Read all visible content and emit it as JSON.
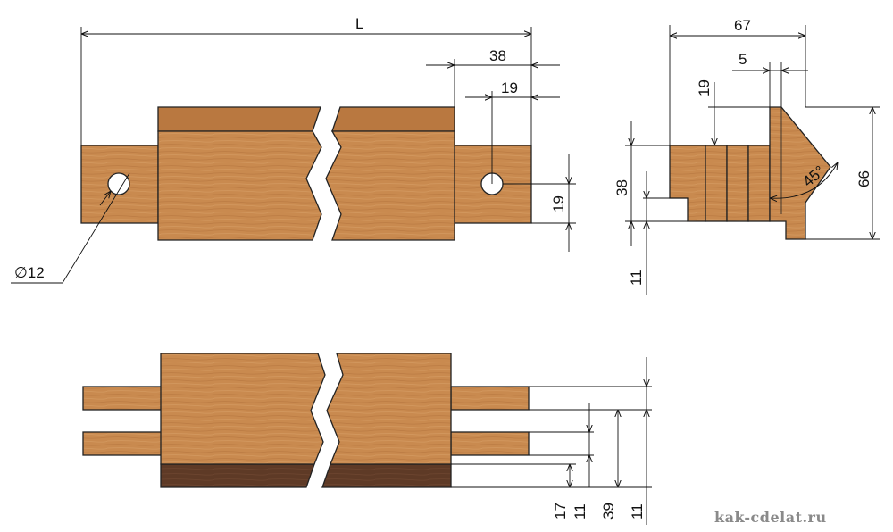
{
  "dimensions": {
    "overall_length": "L",
    "tenon_length": "38",
    "hole_center": "19",
    "hole_height": "19",
    "hole_diameter": "∅12",
    "side_width": "67",
    "side_lip": "5",
    "side_top": "19",
    "side_height": "66",
    "side_left_height": "38",
    "side_bottom": "11",
    "angle": "45°",
    "bottom_17": "17",
    "bottom_11a": "11",
    "bottom_39": "39",
    "bottom_11b": "11"
  },
  "colors": {
    "wood": "#c98a4f",
    "wood_light": "#d29459",
    "wood_dark_top": "#b97840",
    "wood_darker": "#5e3a26",
    "outline": "#222222"
  },
  "watermark": "kak-cdelat.ru"
}
